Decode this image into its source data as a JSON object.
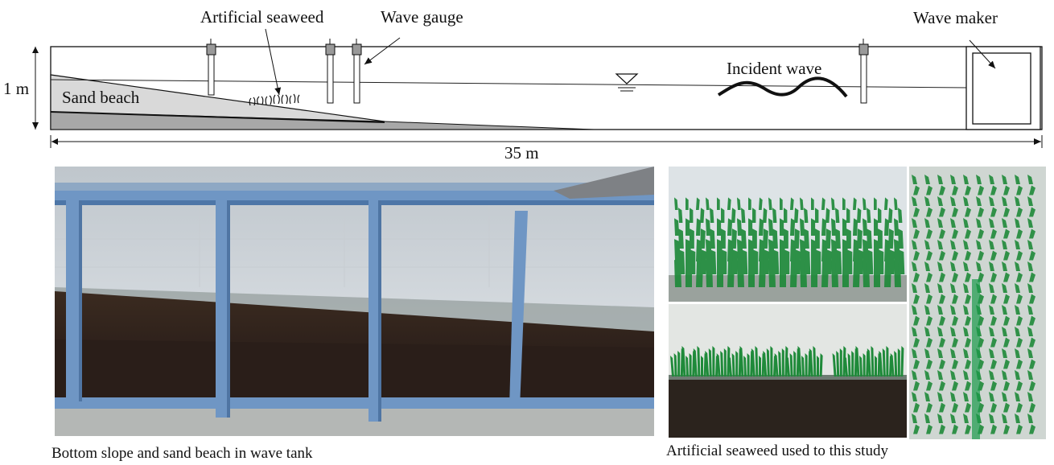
{
  "diagram": {
    "labels": {
      "artificial_seaweed": "Artificial seaweed",
      "wave_gauge": "Wave gauge",
      "wave_maker": "Wave maker",
      "incident_wave": "Incident wave",
      "sand_beach": "Sand beach",
      "height": "1 m",
      "length": "35 m"
    }
  },
  "photos": {
    "tank": {
      "caption": "Bottom slope and sand beach in wave tank"
    },
    "seaweed": {
      "caption": "Artificial seaweed used to this study"
    }
  },
  "colors": {
    "seaweed_green": "#1f8a3a",
    "tank_frame_blue": "#6f96c4",
    "sand_dark": "#3a2a22",
    "beach_light": "#d8d8d8",
    "beach_dark": "#a9a9a9"
  }
}
